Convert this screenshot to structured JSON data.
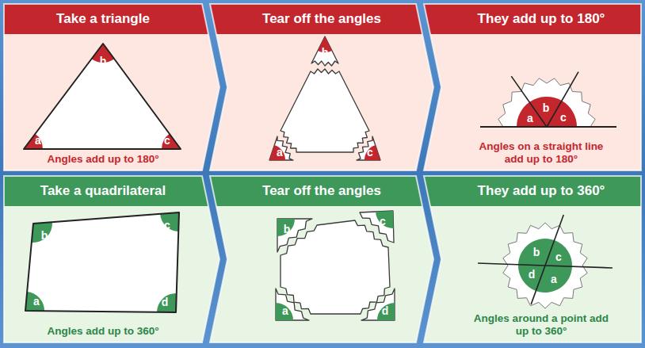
{
  "diagram": {
    "nodes": [
      {
        "text": [
          "Take a triangle",
          "Angles add up to 180°"
        ]
      },
      {
        "text": [
          "Tear off the angles"
        ]
      },
      {
        "text": [
          "They add up to 180°",
          "Angles on a straight line add up to 180°"
        ]
      },
      {
        "text": [
          "Take a quadrilateral",
          "Angles add up to 360°"
        ]
      },
      {
        "text": [
          "Tear off the angles"
        ]
      },
      {
        "text": [
          "They add up to 360°",
          "Angles around a point add up to 360°"
        ]
      }
    ],
    "labels": [
      "b",
      "a",
      "c",
      "b",
      "a",
      "c",
      "a",
      "b",
      "c",
      "b",
      "c",
      "a",
      "d",
      "b",
      "c",
      "a",
      "d",
      "b",
      "c",
      "a",
      "d"
    ]
  }
}
